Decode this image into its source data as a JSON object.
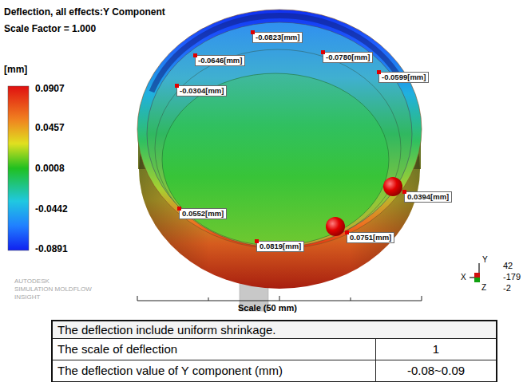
{
  "diagram": {
    "title": "Deflection, all effects:Y Component",
    "nodes": [
      {
        "text": [
          "-0.0823[mm]"
        ]
      },
      {
        "text": [
          "-0.0780[mm]"
        ]
      },
      {
        "text": [
          "-0.0646[mm]"
        ]
      },
      {
        "text": [
          "-0.0599[mm]"
        ]
      },
      {
        "text": [
          "-0.0304[mm]"
        ]
      },
      {
        "text": [
          "0.0394[mm]"
        ]
      },
      {
        "text": [
          "0.0552[mm]"
        ]
      },
      {
        "text": [
          "0.0751[mm]"
        ]
      },
      {
        "text": [
          "0.0819[mm]"
        ]
      }
    ],
    "labels": [
      "Scale Factor = 1.000",
      "[mm]",
      "0.0907",
      "0.0457",
      "0.0008",
      "-0.0442",
      "-0.0891",
      "AUTODESK",
      "SIMULATION MOLDFLOW",
      "INSIGHT",
      "Scale (50 mm)",
      "Y",
      "X",
      "Z",
      "42",
      "-179",
      "-2",
      "The deflection include uniform shrinkage.",
      "The scale of deflection",
      "1",
      "The deflection value of Y component (mm)",
      "-0.08~0.09"
    ]
  }
}
